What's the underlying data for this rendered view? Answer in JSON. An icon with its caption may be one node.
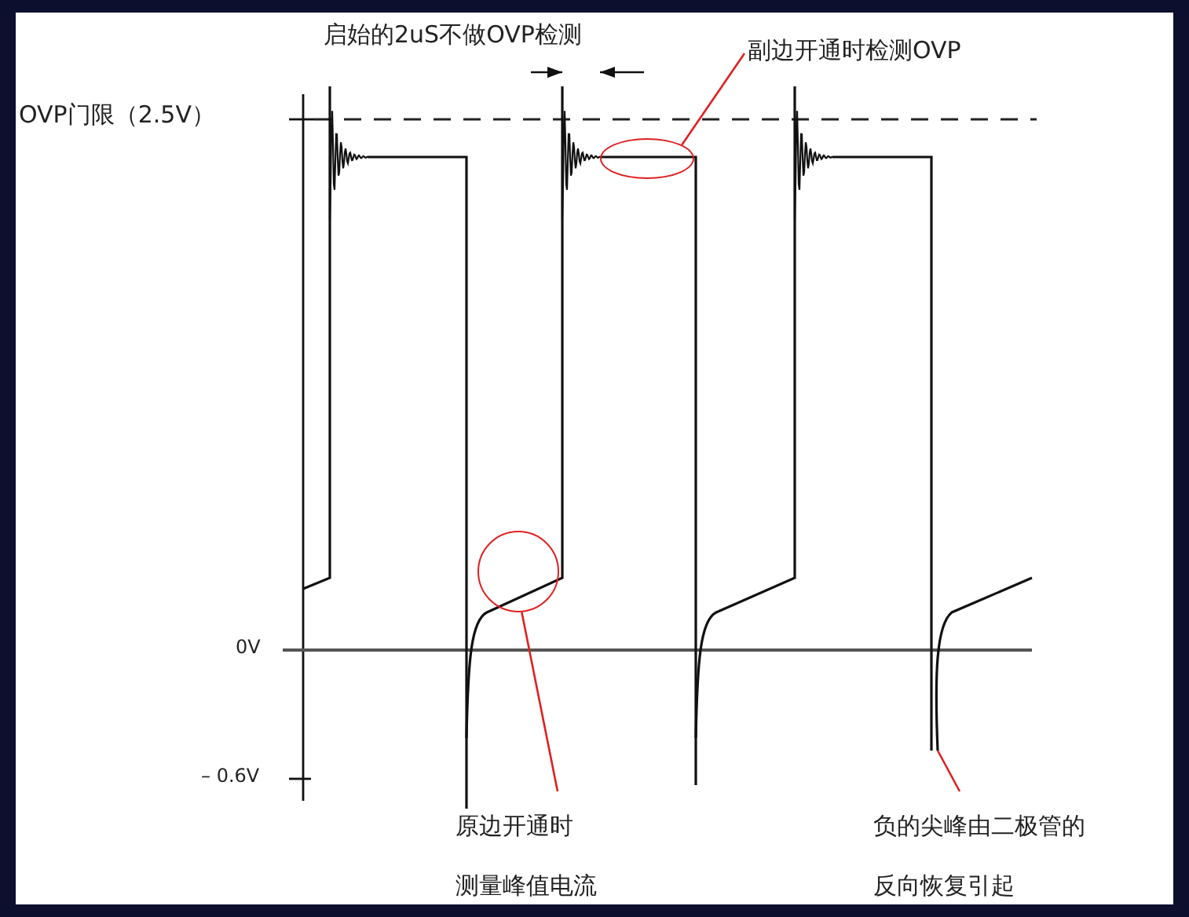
{
  "diagram": {
    "nodes": [
      {
        "text": [
          "副边开通时检测OVP"
        ]
      },
      {
        "text": [],
        "shape": "circle"
      },
      {
        "text": [
          "原边开通时",
          "测量峰值电流"
        ]
      },
      {
        "text": [],
        "shape": "circle"
      },
      {
        "text": [
          "负的尖峰由二极管的",
          "反向恢复引起"
        ]
      }
    ],
    "edges": [
      {
        "from": 0,
        "to": 1,
        "arrow": "none",
        "color": "#e02020"
      },
      {
        "from": 2,
        "to": 3,
        "arrow": "none",
        "color": "#e02020"
      },
      {
        "from": 4,
        "to": null,
        "arrow": "none",
        "color": "#e02020"
      }
    ],
    "labels": [
      "启始的2uS不做OVP检测",
      "OVP门限（2.5V）",
      "0V",
      "– 0.6V"
    ]
  }
}
